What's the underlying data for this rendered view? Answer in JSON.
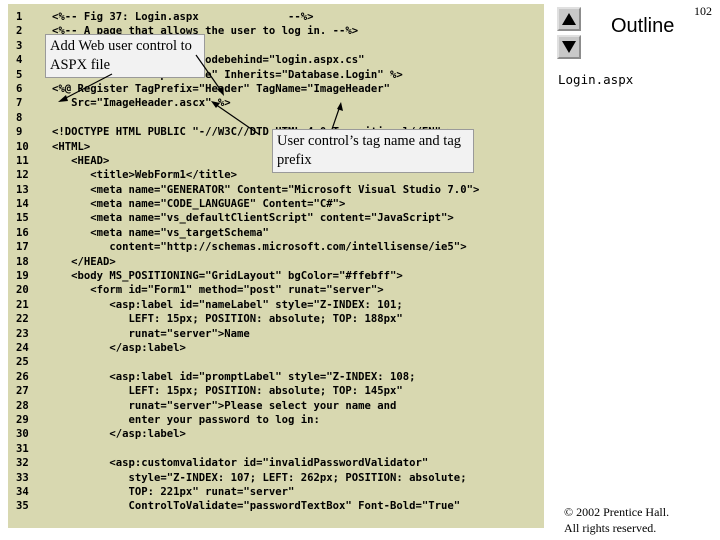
{
  "page_number": "102",
  "outline": {
    "title": "Outline",
    "file_name": "Login.aspx"
  },
  "nav": {
    "up_icon": "triangle-up-icon",
    "down_icon": "triangle-down-icon"
  },
  "callouts": {
    "web_user_control": "Add Web user control to ASPX file",
    "tag_name_prefix": "User control’s tag name and tag prefix"
  },
  "copyright": {
    "line1": "© 2002 Prentice Hall.",
    "line2": "All rights reserved."
  },
  "code_lines": [
    {
      "num": "1",
      "text": "<%-- Fig 37: Login.aspx              --%>"
    },
    {
      "num": "2",
      "text": "<%-- A page that allows the user to log in. --%>"
    },
    {
      "num": "3",
      "text": ""
    },
    {
      "num": "4",
      "text": "<%@ Page language=\"c#\" Codebehind=\"login.aspx.cs\""
    },
    {
      "num": "5",
      "text": "   AutoEventWireup=\"false\" Inherits=\"Database.Login\" %>"
    },
    {
      "num": "6",
      "text": "<%@ Register TagPrefix=\"Header\" TagName=\"ImageHeader\""
    },
    {
      "num": "7",
      "text": "   Src=\"ImageHeader.ascx\" %>"
    },
    {
      "num": "8",
      "text": ""
    },
    {
      "num": "9",
      "text": "<!DOCTYPE HTML PUBLIC \"-//W3C//DTD HTML 4.0 Transitional//EN\" >"
    },
    {
      "num": "10",
      "text": "<HTML>"
    },
    {
      "num": "11",
      "text": "   <HEAD>"
    },
    {
      "num": "12",
      "text": "      <title>WebForm1</title>"
    },
    {
      "num": "13",
      "text": "      <meta name=\"GENERATOR\" Content=\"Microsoft Visual Studio 7.0\">"
    },
    {
      "num": "14",
      "text": "      <meta name=\"CODE_LANGUAGE\" Content=\"C#\">"
    },
    {
      "num": "15",
      "text": "      <meta name=\"vs_defaultClientScript\" content=\"JavaScript\">"
    },
    {
      "num": "16",
      "text": "      <meta name=\"vs_targetSchema\""
    },
    {
      "num": "17",
      "text": "         content=\"http://schemas.microsoft.com/intellisense/ie5\">"
    },
    {
      "num": "18",
      "text": "   </HEAD>"
    },
    {
      "num": "19",
      "text": "   <body MS_POSITIONING=\"GridLayout\" bgColor=\"#ffebff\">"
    },
    {
      "num": "20",
      "text": "      <form id=\"Form1\" method=\"post\" runat=\"server\">"
    },
    {
      "num": "21",
      "text": "         <asp:label id=\"nameLabel\" style=\"Z-INDEX: 101;"
    },
    {
      "num": "22",
      "text": "            LEFT: 15px; POSITION: absolute; TOP: 188px\""
    },
    {
      "num": "23",
      "text": "            runat=\"server\">Name"
    },
    {
      "num": "24",
      "text": "         </asp:label>"
    },
    {
      "num": "25",
      "text": ""
    },
    {
      "num": "26",
      "text": "         <asp:label id=\"promptLabel\" style=\"Z-INDEX: 108;"
    },
    {
      "num": "27",
      "text": "            LEFT: 15px; POSITION: absolute; TOP: 145px\""
    },
    {
      "num": "28",
      "text": "            runat=\"server\">Please select your name and"
    },
    {
      "num": "29",
      "text": "            enter your password to log in:"
    },
    {
      "num": "30",
      "text": "         </asp:label>"
    },
    {
      "num": "31",
      "text": ""
    },
    {
      "num": "32",
      "text": "         <asp:customvalidator id=\"invalidPasswordValidator\""
    },
    {
      "num": "33",
      "text": "            style=\"Z-INDEX: 107; LEFT: 262px; POSITION: absolute;"
    },
    {
      "num": "34",
      "text": "            TOP: 221px\" runat=\"server\""
    },
    {
      "num": "35",
      "text": "            ControlToValidate=\"passwordTextBox\" Font-Bold=\"True\""
    }
  ]
}
